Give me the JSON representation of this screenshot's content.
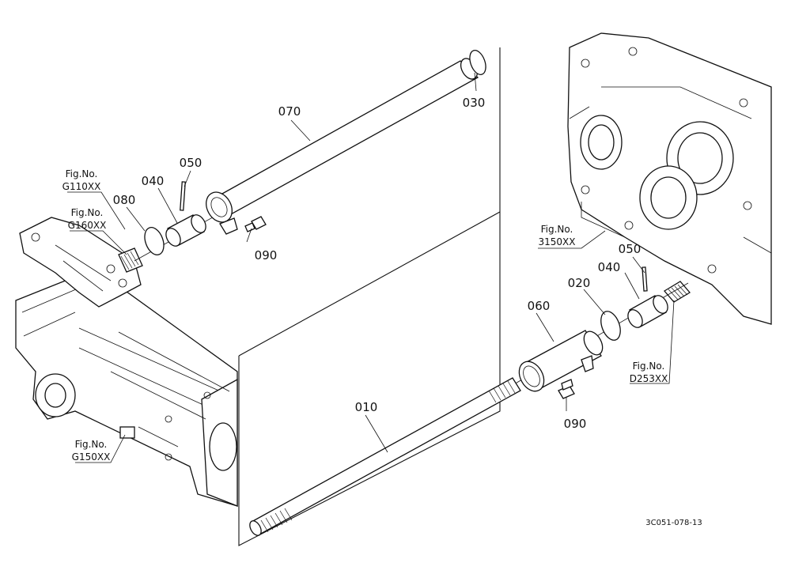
{
  "parts": {
    "p010": "010",
    "p020": "020",
    "p030": "030",
    "p040a": "040",
    "p040b": "040",
    "p050a": "050",
    "p050b": "050",
    "p060": "060",
    "p070": "070",
    "p080": "080",
    "p090a": "090",
    "p090b": "090"
  },
  "refs": {
    "g110_fig": "Fig.No.",
    "g110_code": "G110XX",
    "g160_fig": "Fig.No.",
    "g160_code": "G160XX",
    "g150_fig": "Fig.No.",
    "g150_code": "G150XX",
    "r3150_fig": "Fig.No.",
    "r3150_code": "3150XX",
    "d253_fig": "Fig.No.",
    "d253_code": "D253XX"
  },
  "drawing_code": "3C051-078-13"
}
